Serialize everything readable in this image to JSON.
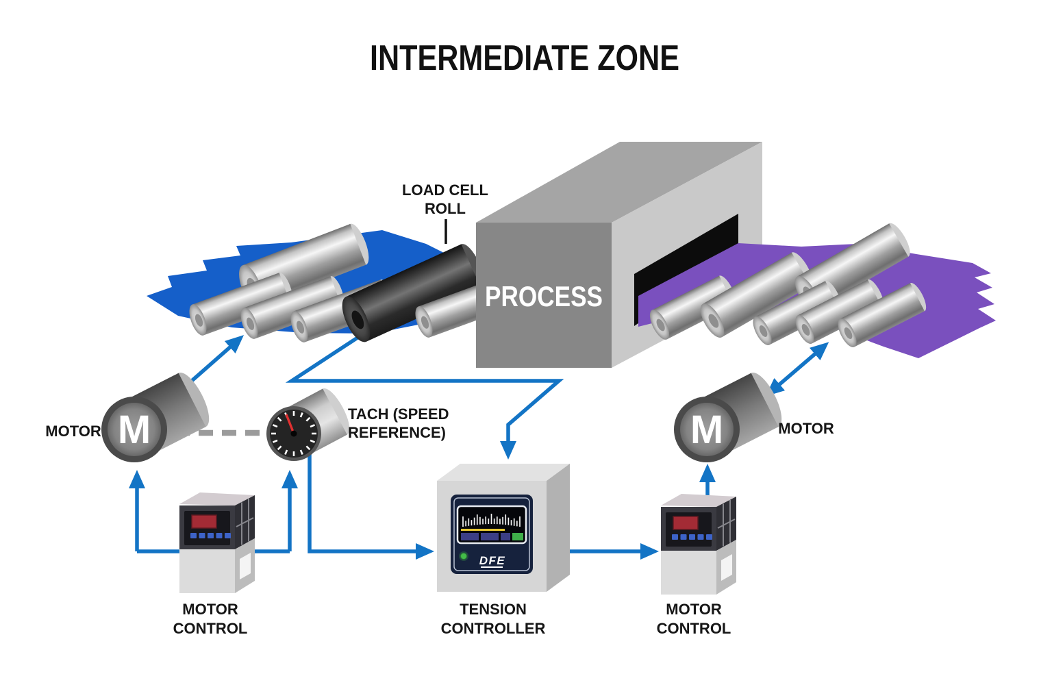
{
  "title": "INTERMEDIATE ZONE",
  "colors": {
    "web_blue": "#155fc9",
    "web_purple": "#7a50be",
    "arrow_blue": "#1374c5",
    "panel_navy": "#16223d",
    "led_green": "#44bb4a",
    "segment_green": "#3fae49",
    "display_red": "#a32b35"
  },
  "process": {
    "label": "PROCESS"
  },
  "load_cell": {
    "line1": "LOAD CELL",
    "line2": "ROLL"
  },
  "left_motor": {
    "label": "MOTOR",
    "letter": "M"
  },
  "tach": {
    "line1": "TACH (SPEED",
    "line2": "REFERENCE)"
  },
  "left_drive": {
    "line1": "MOTOR",
    "line2": "CONTROL"
  },
  "tension_controller": {
    "line1": "TENSION",
    "line2": "CONTROLLER",
    "logo": "DFE"
  },
  "right_motor": {
    "label": "MOTOR",
    "letter": "M"
  },
  "right_drive": {
    "line1": "MOTOR",
    "line2": "CONTROL"
  }
}
